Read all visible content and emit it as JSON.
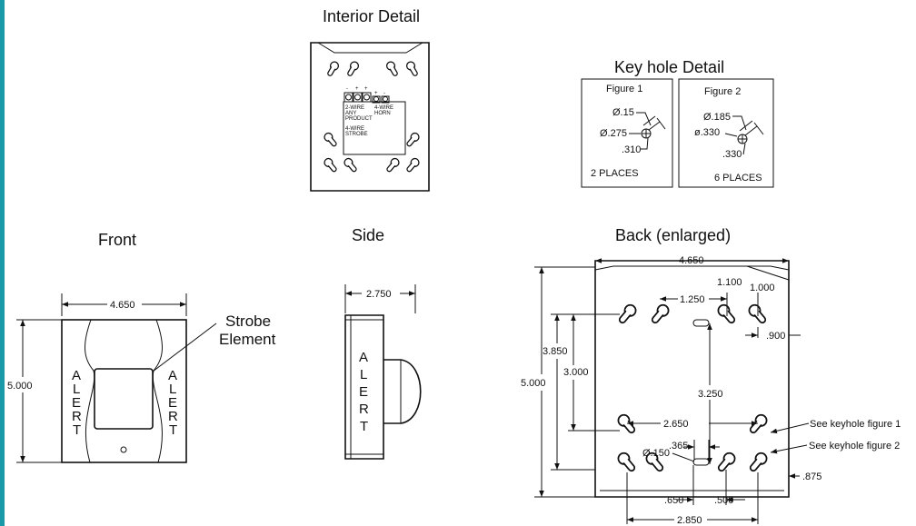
{
  "views": {
    "interior": {
      "title": "Interior Detail",
      "terminal_signs": [
        "-",
        "+",
        "+",
        "+",
        "-"
      ],
      "labels": [
        "2-WIRE",
        "ANY",
        "PRODUCT",
        "4-WIRE",
        "STROBE",
        "4-WIRE",
        "HORN"
      ]
    },
    "keyhole": {
      "title": "Key hole Detail",
      "fig1": {
        "title": "Figure 1",
        "d1": "Ø.15",
        "d2": "Ø.275",
        "d3": ".310",
        "note": "2 PLACES"
      },
      "fig2": {
        "title": "Figure 2",
        "d1": "Ø.185",
        "d2": "ø.330",
        "d3": ".330",
        "note": "6 PLACES"
      }
    },
    "front": {
      "title": "Front",
      "width": "4.650",
      "height": "5.000",
      "callout": [
        "Strobe",
        "Element"
      ],
      "alert": [
        "A",
        "L",
        "E",
        "R",
        "T"
      ]
    },
    "side": {
      "title": "Side",
      "depth": "2.750",
      "alert": [
        "A",
        "L",
        "E",
        "R",
        "T"
      ]
    },
    "back": {
      "title": "Back (enlarged)",
      "dims": {
        "width": "4.650",
        "d1100": "1.100",
        "d1000": "1.000",
        "d1250": "1.250",
        "d900": ".900",
        "d3850": "3.850",
        "d3000": "3.000",
        "d5000": "5.000",
        "d3250": "3.250",
        "d2650": "2.650",
        "d365": ".365",
        "hole": "Ø.150",
        "d650": ".650",
        "d500": ".500",
        "d875": ".875",
        "d2850": "2.850"
      },
      "notes": [
        "See keyhole  figure 1",
        "See keyhole figure 2"
      ]
    }
  }
}
